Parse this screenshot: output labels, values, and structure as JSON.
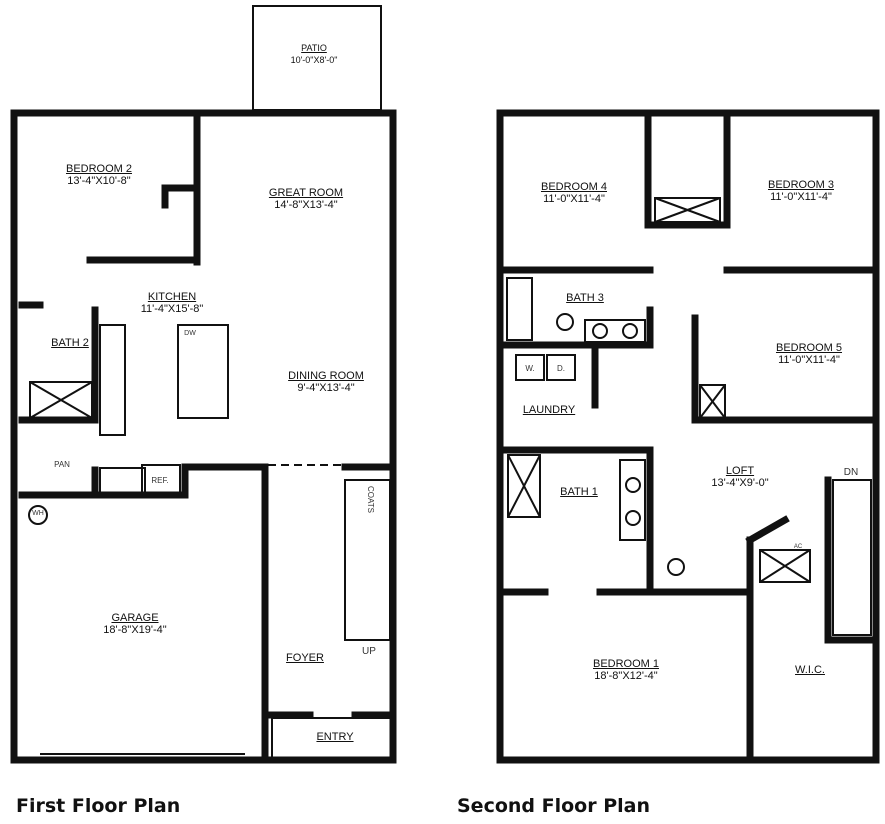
{
  "first_floor": {
    "caption": "First Floor Plan",
    "rooms": [
      {
        "name": "PATIO",
        "size": "10'-0\"X8'-0\""
      },
      {
        "name": "BEDROOM 2",
        "size": "13'-4\"X10'-8\""
      },
      {
        "name": "GREAT ROOM",
        "size": "14'-8\"X13'-4\""
      },
      {
        "name": "KITCHEN",
        "size": "11'-4\"X15'-8\""
      },
      {
        "name": "BATH 2",
        "size": ""
      },
      {
        "name": "DINING ROOM",
        "size": "9'-4\"X13'-4\""
      },
      {
        "name": "GARAGE",
        "size": "18'-8\"X19'-4\""
      },
      {
        "name": "FOYER",
        "size": ""
      },
      {
        "name": "ENTRY",
        "size": ""
      }
    ],
    "fixtures": {
      "pan": "PAN",
      "ref": "REF.",
      "wh": "WH",
      "coats": "COATS",
      "up": "UP",
      "dw": "DW"
    }
  },
  "second_floor": {
    "caption": "Second Floor Plan",
    "rooms": [
      {
        "name": "BEDROOM 4",
        "size": "11'-0\"X11'-4\""
      },
      {
        "name": "BEDROOM 3",
        "size": "11'-0\"X11'-4\""
      },
      {
        "name": "BATH 3",
        "size": ""
      },
      {
        "name": "BEDROOM 5",
        "size": "11'-0\"X11'-4\""
      },
      {
        "name": "LAUNDRY",
        "size": ""
      },
      {
        "name": "LOFT",
        "size": "13'-4\"X9'-0\""
      },
      {
        "name": "BATH 1",
        "size": ""
      },
      {
        "name": "BEDROOM 1",
        "size": "18'-8\"X12'-4\""
      },
      {
        "name": "W.I.C.",
        "size": ""
      }
    ],
    "fixtures": {
      "w": "W.",
      "d": "D.",
      "dn": "DN",
      "ac": "AC"
    }
  }
}
